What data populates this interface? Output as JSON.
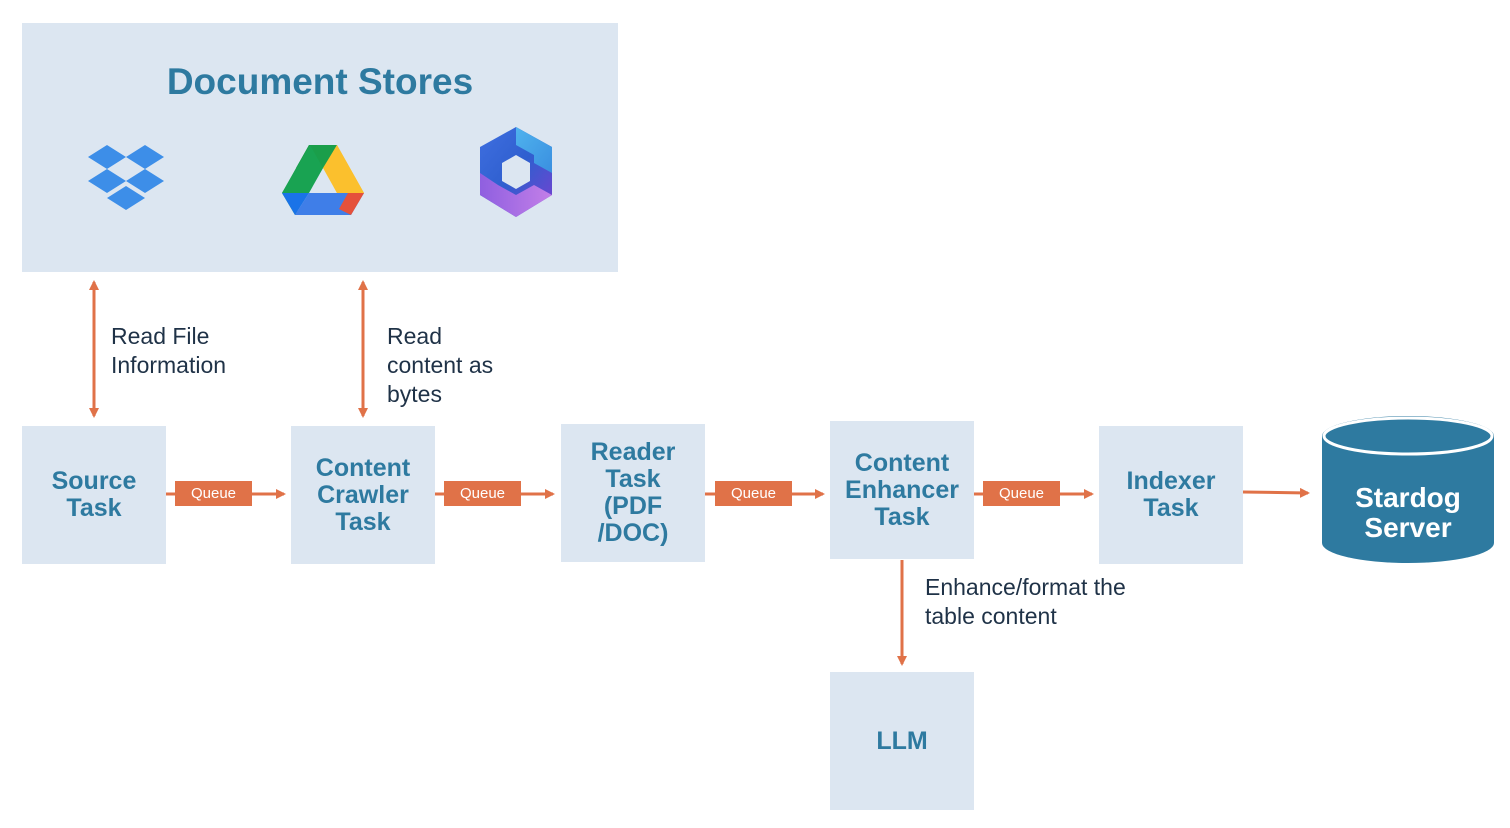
{
  "stores": {
    "title": "Document Stores",
    "logos": [
      "dropbox-logo",
      "google-drive-logo",
      "microsoft-365-logo"
    ]
  },
  "tasks": {
    "source": "Source\nTask",
    "crawler": "Content\nCrawler\nTask",
    "reader": "Reader\nTask\n(PDF\n/DOC)",
    "enhancer": "Content\nEnhancer\nTask",
    "indexer": "Indexer\nTask",
    "llm": "LLM"
  },
  "queues": [
    "Queue",
    "Queue",
    "Queue",
    "Queue"
  ],
  "labels": {
    "read_file_info": "Read File\nInformation",
    "read_content": "Read\ncontent as\nbytes",
    "enhance": "Enhance/format the\ntable content"
  },
  "server": {
    "label": "Stardog\nServer"
  },
  "colors": {
    "box_fill": "#dce6f1",
    "box_text": "#2e7aa0",
    "arrow": "#e07248",
    "database": "#2e7aa0"
  }
}
